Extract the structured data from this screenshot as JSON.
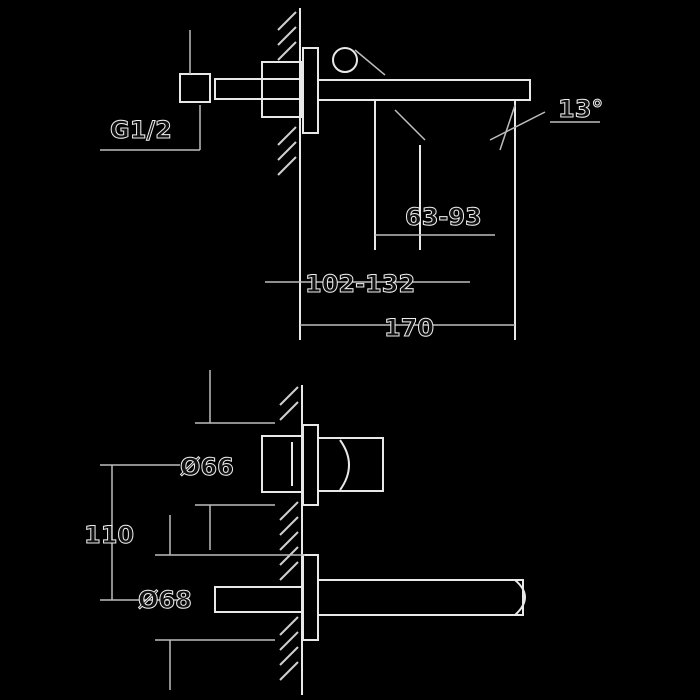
{
  "drawing": {
    "top_view": {
      "thread_label": "G1/2",
      "angle_label": "13°",
      "dim_spout_range": "63-93",
      "dim_projection_range": "102-132",
      "dim_total": "170"
    },
    "front_view": {
      "dia_handle": "Ø66",
      "dim_spacing": "110",
      "dia_spout": "Ø68"
    },
    "colors": {
      "background": "#000000",
      "lines": "#e8e8e8"
    }
  }
}
